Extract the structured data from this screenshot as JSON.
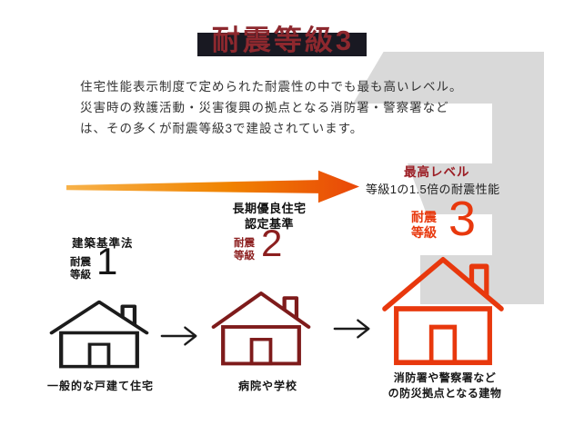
{
  "colors": {
    "band-bg": "#191922",
    "title-red": "#8d282e",
    "text-dark": "#333333",
    "highlight-red": "#9b1c23",
    "accent-red": "#e8380d",
    "accent-darkred": "#8c1f1f",
    "black-line": "#1c1c1c",
    "maroon-line": "#7e1b1b",
    "watermark-gray": "#d9d9d9",
    "arrow-grad-start": "#f7b24a",
    "arrow-grad-mid": "#f08300",
    "arrow-grad-end": "#e94709"
  },
  "title": "耐震等級3",
  "intro": {
    "line1": "住宅性能表示制度で定められた耐震性の中でも最も高いレベル。",
    "line2": "災害時の救護活動・災害復興の拠点となる消防署・警察署など",
    "line3": "は、その多くが耐震等級3で建設されています。"
  },
  "highlight": {
    "label": "最高レベル",
    "description": "等級1の1.5倍の耐震性能"
  },
  "grades": [
    {
      "standard": "建築基準法",
      "grade_word_top": "耐震",
      "grade_word_bottom": "等級",
      "number": "1",
      "caption": "一般的な戸建て住宅"
    },
    {
      "standard_line1": "長期優良住宅",
      "standard_line2": "認定基準",
      "grade_word_top": "耐震",
      "grade_word_bottom": "等級",
      "number": "2",
      "caption": "病院や学校"
    },
    {
      "grade_word_top": "耐震",
      "grade_word_bottom": "等級",
      "number": "3",
      "caption_line1": "消防署や警察署など",
      "caption_line2": "の防災拠点となる建物"
    }
  ]
}
